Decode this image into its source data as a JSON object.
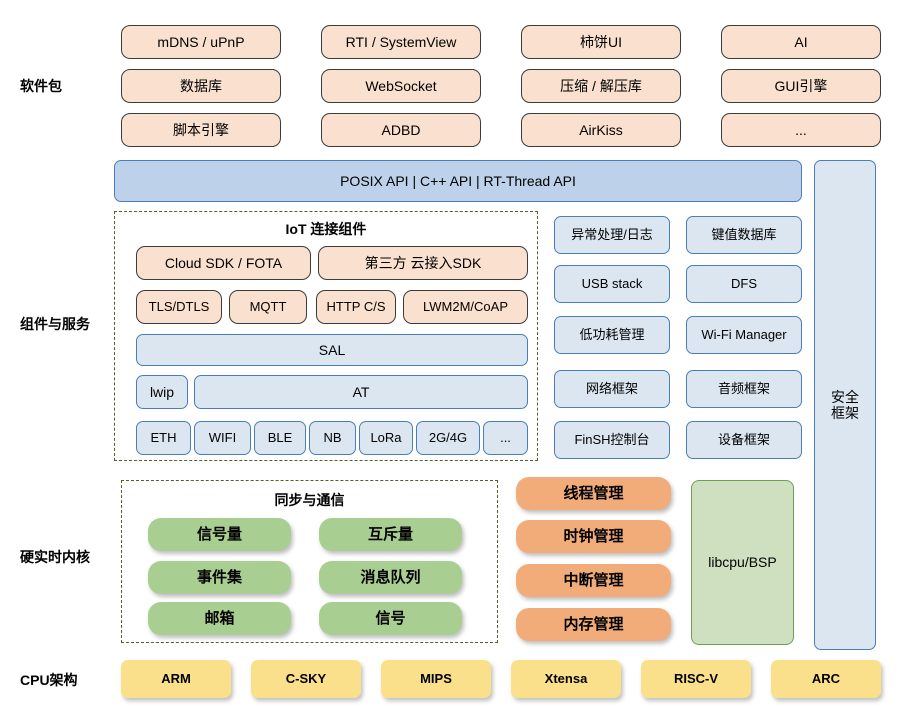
{
  "diagram": {
    "title": "RT-Thread Architecture",
    "colors": {
      "peach": "#FAE0CE",
      "light_blue": "#DCE6F1",
      "strong_blue": "#BDD2EA",
      "green": "#A9CE92",
      "green_outline": "#CFE0C0",
      "orange": "#F2AC79",
      "yellow": "#FBE08C",
      "dash_border": "#4F6228"
    }
  },
  "row_labels": {
    "software_packages": "软件包",
    "components_services": "组件与服务",
    "hard_realtime_kernel": "硬实时内核",
    "cpu_architecture": "CPU架构"
  },
  "software_packages": {
    "columns": [
      [
        "mDNS / uPnP",
        "数据库",
        "脚本引擎"
      ],
      [
        "RTI / SystemView",
        "WebSocket",
        "ADBD"
      ],
      [
        "柿饼UI",
        "压缩 / 解压库",
        "AirKiss"
      ],
      [
        "AI",
        "GUI引擎",
        "..."
      ]
    ]
  },
  "api_bar": {
    "label": "POSIX API  |  C++ API  |  RT-Thread API"
  },
  "iot_group": {
    "title": "IoT 连接组件",
    "sdk_row": [
      "Cloud SDK / FOTA",
      "第三方 云接入SDK"
    ],
    "protocol_row": [
      "TLS/DTLS",
      "MQTT",
      "HTTP C/S",
      "LWM2M/CoAP"
    ],
    "sal": "SAL",
    "stack_row": [
      "lwip",
      "AT"
    ],
    "link_row": [
      "ETH",
      "WIFI",
      "BLE",
      "NB",
      "LoRa",
      "2G/4G",
      "..."
    ]
  },
  "component_grid": {
    "left_column": [
      "异常处理/日志",
      "USB stack",
      "低功耗管理",
      "网络框架",
      "FinSH控制台"
    ],
    "right_column": [
      "键值数据库",
      "DFS",
      "Wi-Fi Manager",
      "音频框架",
      "设备框架"
    ]
  },
  "security_framework": {
    "label": "安全\n框架",
    "line1": "安全",
    "line2": "框架"
  },
  "kernel": {
    "sync_group_title": "同步与通信",
    "sync_left": [
      "信号量",
      "事件集",
      "邮箱"
    ],
    "sync_right": [
      "互斥量",
      "消息队列",
      "信号"
    ],
    "management": [
      "线程管理",
      "时钟管理",
      "中断管理",
      "内存管理"
    ],
    "libcpu": "libcpu/BSP"
  },
  "cpu_architectures": [
    "ARM",
    "C-SKY",
    "MIPS",
    "Xtensa",
    "RISC-V",
    "ARC"
  ]
}
